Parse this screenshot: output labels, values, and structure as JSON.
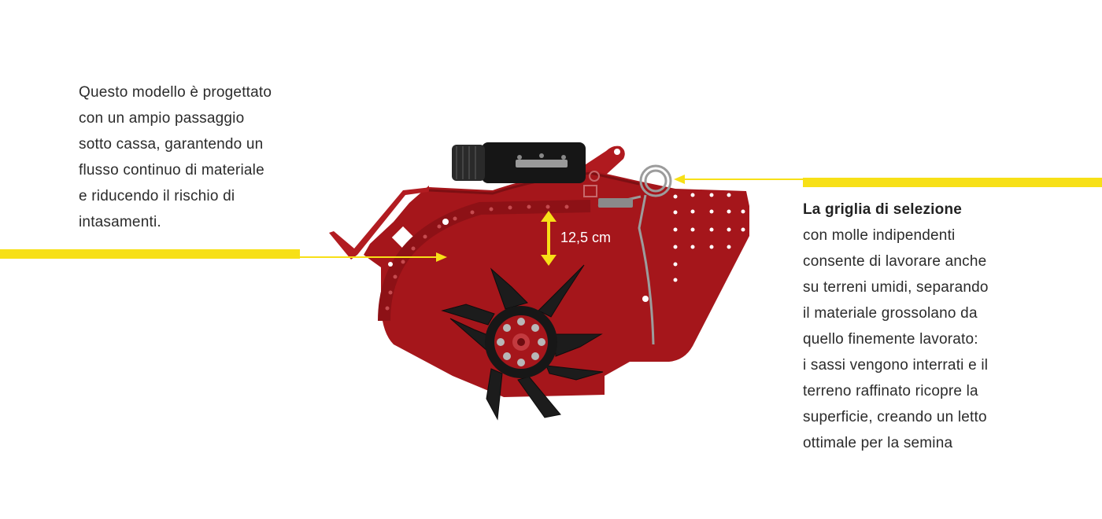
{
  "left_text": {
    "lines": [
      "Questo modello è progettato",
      "con un ampio passaggio",
      "sotto cassa, garantendo un",
      "flusso continuo di materiale",
      "e riducendo il rischio di",
      "intasamenti."
    ]
  },
  "right_text": {
    "title": "La griglia di selezione",
    "lines": [
      "con molle indipendenti",
      "consente di lavorare anche",
      "su terreni umidi, separando",
      "il materiale grossolano da",
      "quello finemente lavorato:",
      "i sassi vengono interrati e il",
      "terreno raffinato ricopre la",
      "superficie, creando un letto",
      "ottimale per la semina"
    ]
  },
  "dimension_label": "12,5 cm",
  "colors": {
    "accent_yellow": "#f7e017",
    "machine_red": "#a5161b",
    "rotor_black": "#1c1c1c",
    "text": "#2b2b2b"
  },
  "icons": [
    "double-arrow-icon"
  ]
}
